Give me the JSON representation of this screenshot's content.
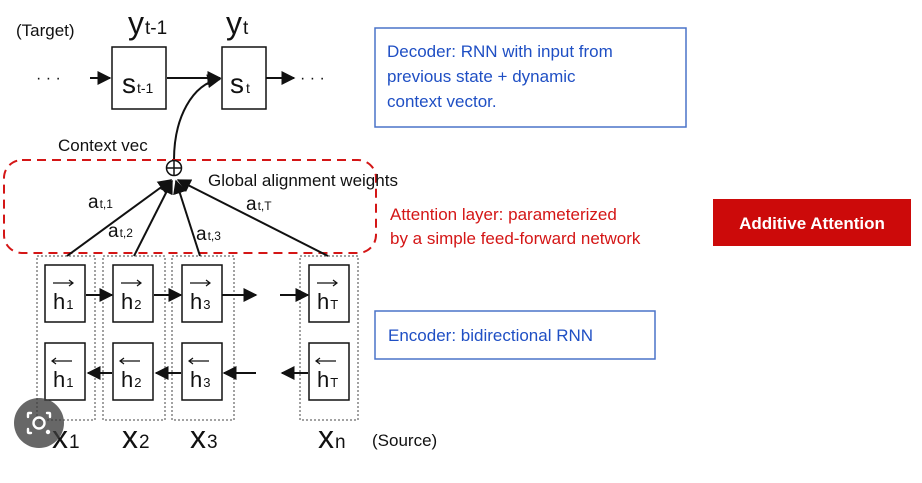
{
  "labels": {
    "target": "(Target)",
    "source": "(Source)",
    "context_vec": "Context vec",
    "global_alignment": "Global alignment weights",
    "dots": "· · ·",
    "plus": "+"
  },
  "outputs": [
    {
      "base": "y",
      "sub": "t-1"
    },
    {
      "base": "y",
      "sub": "t"
    }
  ],
  "states": [
    {
      "base": "s",
      "sub": "t-1"
    },
    {
      "base": "s",
      "sub": "t"
    }
  ],
  "weights": [
    {
      "base": "a",
      "sub": "t,1"
    },
    {
      "base": "a",
      "sub": "t,2"
    },
    {
      "base": "a",
      "sub": "t,3"
    },
    {
      "base": "a",
      "sub": "t,T"
    }
  ],
  "encoder_forward": [
    {
      "base": "h",
      "sub": "1"
    },
    {
      "base": "h",
      "sub": "2"
    },
    {
      "base": "h",
      "sub": "3"
    },
    {
      "base": "h",
      "sub": "T"
    }
  ],
  "encoder_backward": [
    {
      "base": "h",
      "sub": "1"
    },
    {
      "base": "h",
      "sub": "2"
    },
    {
      "base": "h",
      "sub": "3"
    },
    {
      "base": "h",
      "sub": "T"
    }
  ],
  "inputs": [
    {
      "base": "x",
      "sub": "1"
    },
    {
      "base": "x",
      "sub": "2"
    },
    {
      "base": "x",
      "sub": "3"
    },
    {
      "base": "x",
      "sub": "n"
    }
  ],
  "callouts": {
    "decoder": [
      "Decoder: RNN with input from",
      "previous state + dynamic",
      "context vector."
    ],
    "attention": [
      "Attention layer: parameterized",
      "by a simple feed-forward network"
    ],
    "encoder": "Encoder: bidirectional RNN",
    "badge": "Additive Attention"
  },
  "colors": {
    "blue_text": "#1f4fc4",
    "blue_border": "#4a73c9",
    "red": "#d41616",
    "badge_bg": "#cc0a0a",
    "ink": "#111111"
  },
  "overlay_icon": "image-search-icon"
}
